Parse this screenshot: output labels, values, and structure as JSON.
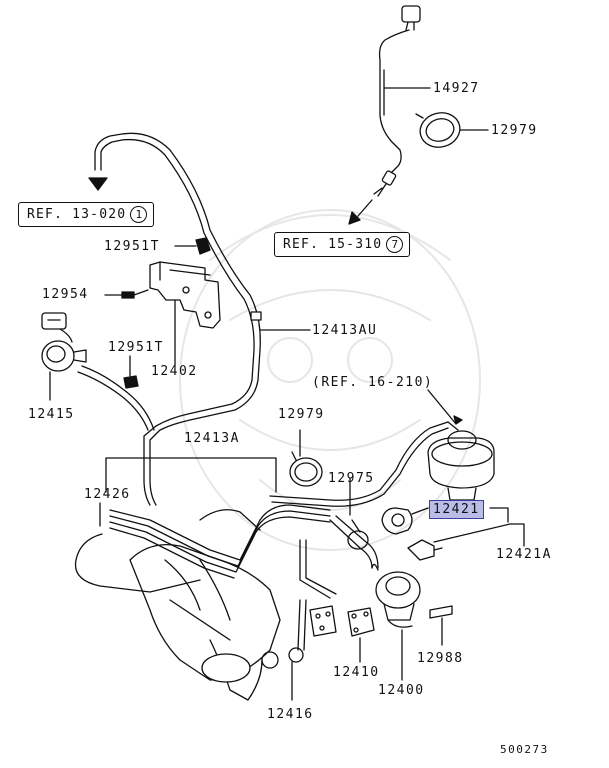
{
  "parts": {
    "p14927": "14927",
    "p12979_top": "12979",
    "p12951T_top": "12951T",
    "p12954": "12954",
    "p12951T_mid": "12951T",
    "p12402": "12402",
    "p12413AU": "12413AU",
    "p12415": "12415",
    "p12979_mid": "12979",
    "p12413A": "12413A",
    "p12426": "12426",
    "p12975": "12975",
    "p12421": "12421",
    "p12421A": "12421A",
    "p12410": "12410",
    "p12988": "12988",
    "p12400": "12400",
    "p12416": "12416"
  },
  "refs": {
    "ref13": {
      "text": "REF. 13-020",
      "num": "1"
    },
    "ref15": {
      "text": "REF. 15-310",
      "num": "7"
    },
    "ref16": "(REF. 16-210)"
  },
  "diagram_id": "500273",
  "highlight_color": "#b9bde8"
}
